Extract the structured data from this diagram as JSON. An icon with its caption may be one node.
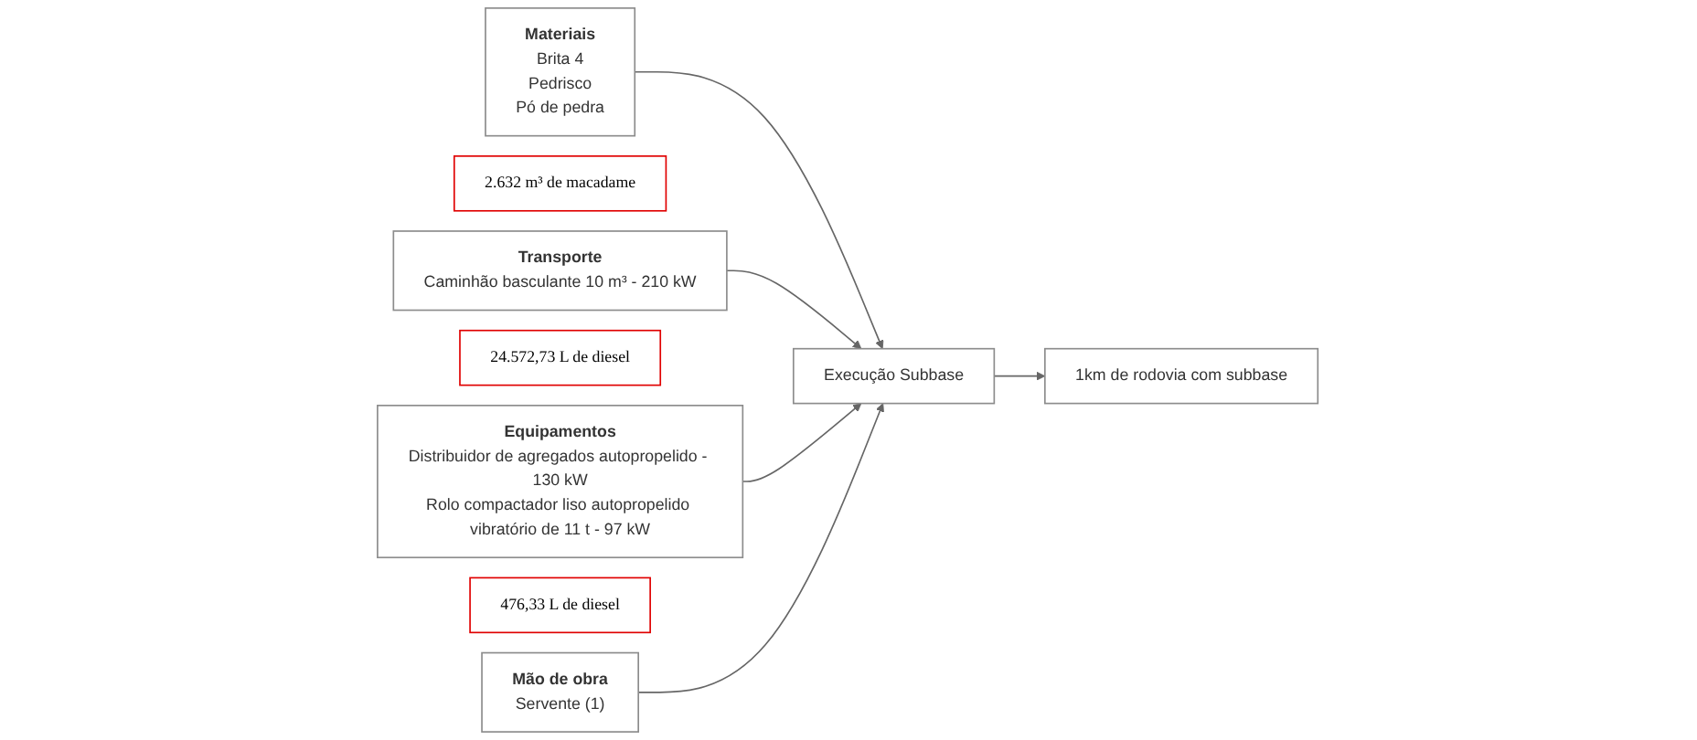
{
  "diagram": {
    "nodes": [
      {
        "text": [
          "Materiais",
          "Brita 4",
          "Pedrisco",
          "Pó de pedra"
        ]
      },
      {
        "text": [
          "2.632 m³ de macadame"
        ]
      },
      {
        "text": [
          "Transporte",
          "Caminhão basculante 10 m³ - 210 kW"
        ]
      },
      {
        "text": [
          "24.572,73 L de diesel"
        ]
      },
      {
        "text": [
          "Equipamentos",
          "Distribuidor de agregados autopropelido - 130 kW",
          "Rolo compactador liso autopropelido vibratório de 11 t - 97 kW"
        ]
      },
      {
        "text": [
          "476,33 L de diesel"
        ]
      },
      {
        "text": [
          "Execução Subbase"
        ]
      },
      {
        "text": [
          "1km de rodovia com subbase"
        ]
      },
      {
        "text": [
          "Mão de obra",
          "Servente (1)"
        ]
      }
    ],
    "edges": [
      {
        "from": 0,
        "to": 6,
        "arrow": "to"
      },
      {
        "from": 2,
        "to": 6,
        "arrow": "to"
      },
      {
        "from": 4,
        "to": 6,
        "arrow": "to"
      },
      {
        "from": 8,
        "to": 6,
        "arrow": "to"
      },
      {
        "from": 6,
        "to": 7,
        "arrow": "to"
      }
    ]
  }
}
